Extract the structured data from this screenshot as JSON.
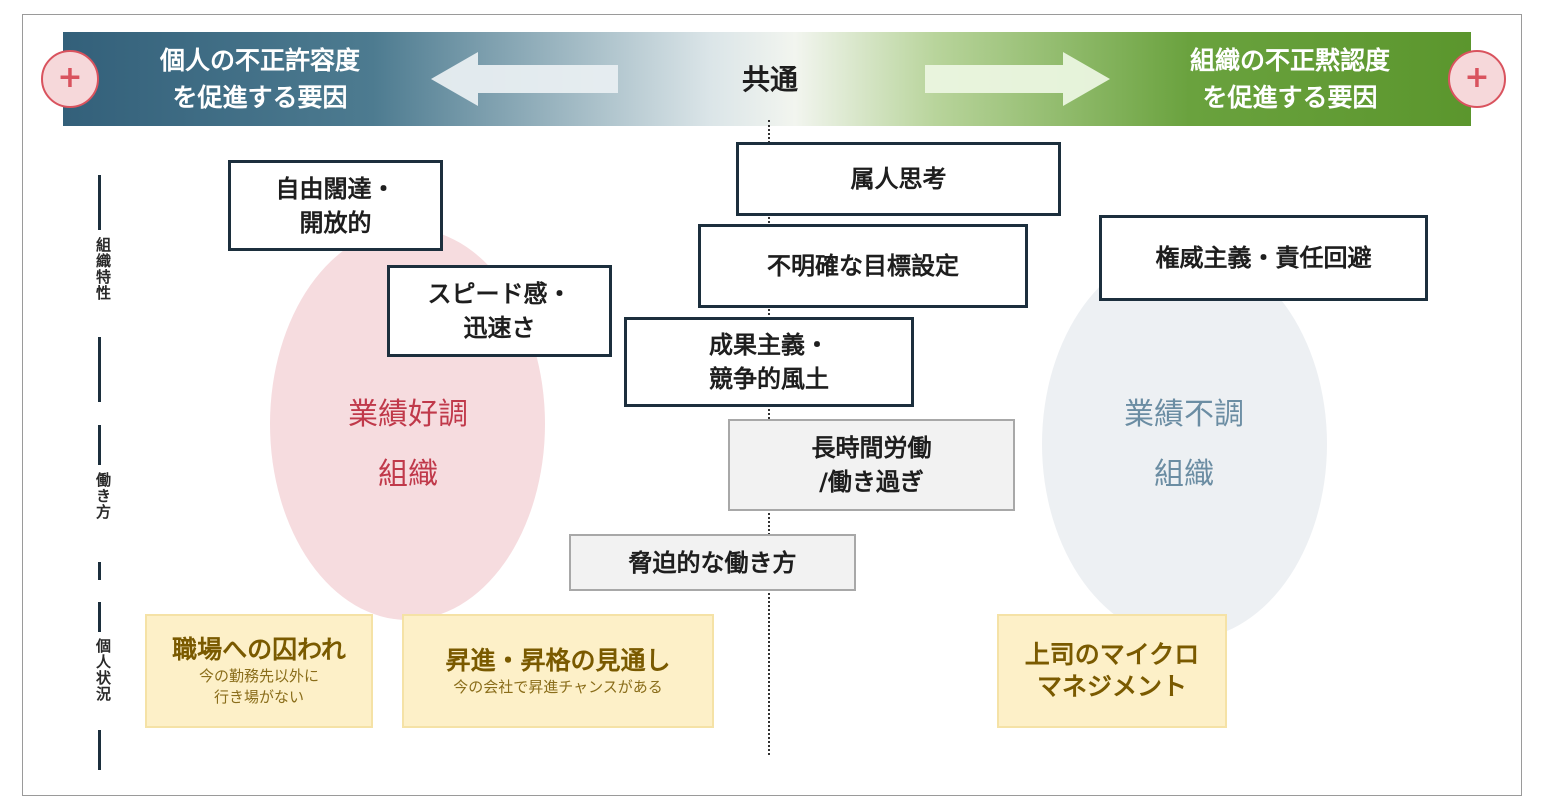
{
  "header": {
    "left_label": [
      "個人の不正許容度",
      "を促進する要因"
    ],
    "center_label": "共通",
    "right_label": [
      "組織の不正黙認度",
      "を促進する要因"
    ],
    "plus_symbol": "+"
  },
  "side_categories": [
    "組織特性",
    "働き方",
    "個人状況"
  ],
  "ellipses": {
    "left": [
      "業績好調",
      "組織"
    ],
    "right": [
      "業績不調",
      "組織"
    ]
  },
  "factors": {
    "free": [
      "自由闊達・",
      "開放的"
    ],
    "speed": [
      "スピード感・",
      "迅速さ"
    ],
    "person": "属人思考",
    "unclear": "不明確な目標設定",
    "results": [
      "成果主義・",
      "競争的風土"
    ],
    "authority": "権威主義・責任回避",
    "long_hours": [
      "長時間労働",
      "/働き過ぎ"
    ],
    "coercive": "脅迫的な働き方"
  },
  "individual": {
    "workplace": {
      "title": "職場への囚われ",
      "sub": [
        "今の勤務先以外に",
        "行き場がない"
      ]
    },
    "promotion": {
      "title": "昇進・昇格の見通し",
      "sub": [
        "今の会社で昇進チャンスがある"
      ]
    },
    "micro": {
      "title": [
        "上司のマイクロ",
        "マネジメント"
      ]
    }
  },
  "colors": {
    "banner_left": "#33607a",
    "banner_right": "#5b962d",
    "box_border": "#1c2f3d",
    "ellipse_left": "#f6dcdf",
    "ellipse_right": "#edf0f3",
    "ellipse_left_text": "#c0394a",
    "ellipse_right_text": "#6b8da3",
    "plus": "#d9535e",
    "individual_fill": "#fdf0c8"
  }
}
